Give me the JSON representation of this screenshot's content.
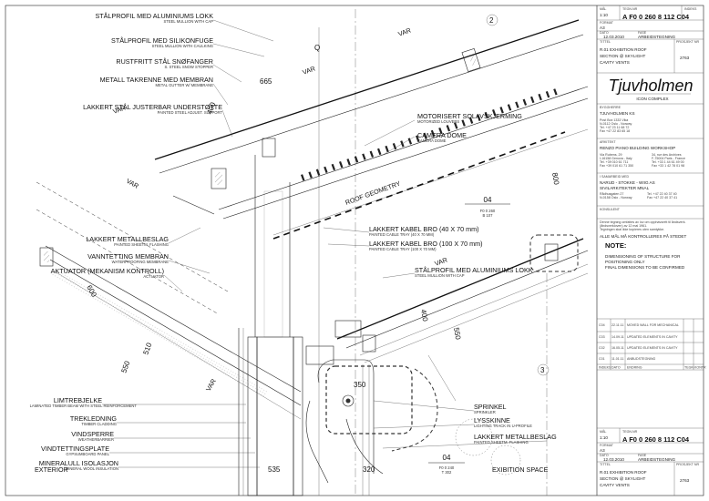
{
  "labels": {
    "stalprofil_top": "STÅLPROFIL MED ALUMINIUMS LOKK",
    "stalprofil_top_sub": "STEEL MULLION WITH CAP",
    "silikonfuge": "STÅLPROFIL MED SILIKONFUGE",
    "silikonfuge_sub": "STEEL MULLION WITH CAULKING",
    "snofanger": "RUSTFRITT STÅL SNØFANGER",
    "snofanger_sub": "S. STEEL SNOW STOPPER",
    "takrenne": "METALL TAKRENNE MED MEMBRAN",
    "takrenne_sub": "METAL GUTTER W/ MEMBRANE",
    "justerbar": "LAKKERT STÅL JUSTERBAR UNDERSTØTTE",
    "justerbar_sub": "PAINTED STEEL ADJUST. SUPPORT",
    "metallbeslag": "LAKKERT METALLBESLAG",
    "metallbeslag_sub": "PAINTED SHEETM. FLASHING",
    "vanntetting": "VANNTETTING MEMBRAN",
    "vanntetting_sub": "WATERPROOFING MEMBRANE",
    "aktuator": "AKTUATOR (MEKANISM KONTROLL)",
    "aktuator_sub": "ACTUATOR",
    "var1": "VAR",
    "var2": "VAR",
    "var3": "VAR",
    "var4": "VAR",
    "var5": "VAR",
    "var6": "VAR",
    "q": "Q",
    "motorisert": "MOTORISERT SOLAVSKJERMING",
    "motorisert_sub": "MOTORIZED LOUVERS",
    "camera": "CAMERA DOME",
    "camera_sub": "CAMERA DOME",
    "roof_geometry": "ROOF GEOMETRY",
    "kabel1": "LAKKERT KABEL BRO (40 X 70 mm)",
    "kabel1_sub": "PAINTED CABLE TRAY (40 X 70 MM)",
    "kabel2": "LAKKERT KABEL BRO (100 X 70 mm)",
    "kabel2_sub": "PAINTED CABLE TRAY (100 X 70 MM)",
    "stalprofil_mid": "STÅLPROFIL MED ALUMINIUMS LOKK",
    "stalprofil_mid_sub": "STEEL MULLION WITH CAP",
    "limtre": "LIMTREBJELKE",
    "limtre_sub": "LAMINATED TIMBER BEAM WITH STEEL REINFORCEMENT",
    "trekledning": "TREKLEDNING",
    "trekledning_sub": "TIMBER CLADDING",
    "vindsperre": "VINDSPERRE",
    "vindsperre_sub": "WEATHERBARRIER",
    "vindtettingsplate": "VINDTETTINGSPLATE",
    "vindtettingsplate_sub": "GYPSUMBOARD PANEL",
    "mineralull": "MINERALULL ISOLASJON",
    "mineralull_sub": "MINERAL WOOL INSULATION",
    "exterior": "EXTERIOR",
    "sprinkel": "SPRINKEL",
    "sprinkel_sub": "SPRINKLER",
    "lysskinne": "LYSSKINNE",
    "lysskinne_sub": "LIGHTING TRACK IN U-PROFILE",
    "metallbeslag2": "LAKKERT METALLBESLAG",
    "metallbeslag2_sub": "PAINTED SHEETM. FLASHING",
    "exhibition": "EXIBITION SPACE",
    "sec_04a": "04",
    "sec_04a_sub": "F0 0 260\nB 107",
    "sec_04b": "04",
    "sec_04b_sub": "F0 0 240\nT 302"
  },
  "dims": [
    "665",
    "400",
    "600",
    "510",
    "550",
    "800",
    "400",
    "550",
    "535",
    "320",
    "350",
    "2",
    "3"
  ],
  "title_block": {
    "scale_label": "MÅL",
    "scale": "1:10",
    "format_label": "FORMAT",
    "format": "A3",
    "drawing_no_label": "TEGN.NR",
    "drawing_no": "A F0 0 260 8 112 C04",
    "index_label": "INDEKS",
    "date_label": "DATO",
    "date": "12.03.2010",
    "phase_label": "FASE",
    "phase": "ARBEIDSTEGNING",
    "title_label": "TITTEL",
    "project_label": "PROSJEKT NR",
    "title": "R.01 EXHIBITION ROOF SECTION @ SKYLIGHT CAVITY VENTS",
    "project_no": "2763",
    "logo_text": "Tjuvholmen",
    "icon_complex": "ICON COMPLEX",
    "byggherre_label": "BYGGHERRE",
    "byggherre": "TJUVHOLMEN KS",
    "byggherre_addr": "Post Box 1333 Vika\nN-0112 Oslo - Norway\nTel. +47 23 11 68 72\nFax +47 22 83 65 18",
    "arkitekt_label": "ARKITEKT",
    "arkitekt": "RENZO PIANO BUILDING WORKSHOP",
    "arkitekt_addr": "Via Rubens, 29\nI-16158 Genova - Italy\nTel. +39 010 61 711\nFax +39 010 61 71 350",
    "arkitekt_addr2": "34, rue des Archives\nF-75004 Paris - France\nTel. +33 1 44 61 49 00\nFax +33 1 42 78 01 98",
    "samarbeid_label": "I SAMARBEID MED",
    "samarbeid": "NARUD - STOKKE - WIIG AS\nSIVILARKITEKTER MNAL",
    "samarbeid_addr": "Rådhusgaten 27\nN-0158 Oslo - Norway",
    "samarbeid_tel": "Tel. +47 22 40 37 40\nFax +47 22 40 37 41",
    "konsulent_label": "KONSULENT",
    "disclaimer": "Denne tegning omfattes av lov om opphavsrett til åndsverk. (åndsverkloven) av 12 mai 1961. Tegningen skal ikke kopieres uten samtykke.",
    "alle_mal": "ALLE MÅL MÅ KONTROLLERES PÅ STEDET",
    "note_title": "NOTE:",
    "note_text": "DIMENSIONING OF STRUCTURE FOR POSITIONING ONLY FINAL DIMENSIONS TO BE CONFIRMED",
    "revisions": [
      {
        "idx": "C04",
        "date": "22.11.11",
        "text": "MOVED WALL FOR MECHANICAL"
      },
      {
        "idx": "C03",
        "date": "14.09.11",
        "text": "UPDATED ELEMENTS IN CAVITY"
      },
      {
        "idx": "C02",
        "date": "16.05.11",
        "text": "UPDATED ELEMENTS IN CAVITY"
      },
      {
        "idx": "C01",
        "date": "11.01.11",
        "text": "ANBUDSTEGNING"
      }
    ],
    "rev_headers": [
      "INDEKS",
      "DATO",
      "ENDRING",
      "TEGN",
      "KONTR"
    ],
    "bottom_scale": "1:10",
    "bottom_format": "A3",
    "bottom_drawing_no": "A F0 0 260 8 112 C04",
    "bottom_date": "12.03.2010",
    "bottom_phase": "ARBEIDSTEGNING",
    "bottom_title": "R.01 EXHIBITION ROOF SECTION @ SKYLIGHT CAVITY VENTS",
    "bottom_project_no": "2763"
  }
}
